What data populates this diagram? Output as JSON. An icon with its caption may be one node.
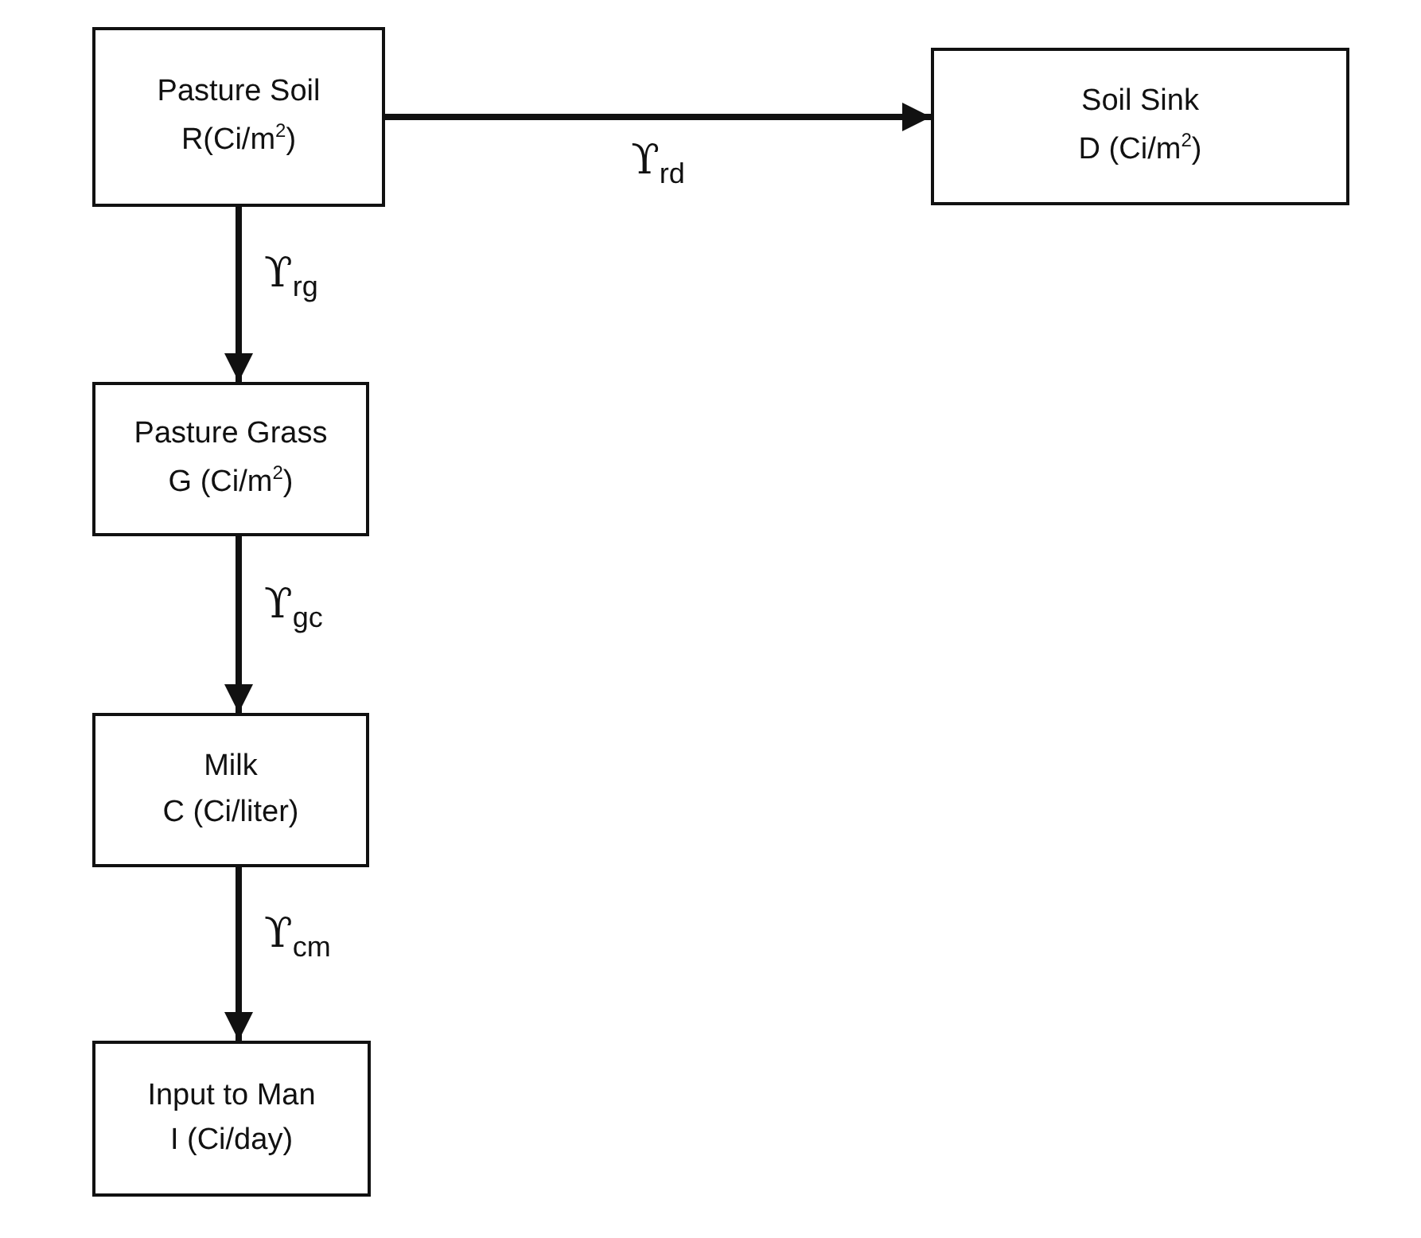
{
  "diagram": {
    "nodes": [
      {
        "text": [
          "Pasture Soil",
          "R(Ci/m$^{2}$)"
        ]
      },
      {
        "text": [
          "Soil Sink",
          "D (Ci/m$^{2}$)"
        ]
      },
      {
        "text": [
          "Pasture Grass",
          "G (Ci/m$^{2}$)"
        ]
      },
      {
        "text": [
          "Milk",
          "C (Ci/liter)"
        ]
      },
      {
        "text": [
          "Input to Man",
          "I (Ci/day)"
        ]
      }
    ],
    "edges": [
      {
        "from": 0,
        "to": 1,
        "arrow": "to",
        "label": "ϒ$_{rd}$"
      },
      {
        "from": 0,
        "to": 2,
        "arrow": "to",
        "label": "ϒ$_{rg}$"
      },
      {
        "from": 2,
        "to": 3,
        "arrow": "to",
        "label": "ϒ$_{gc}$"
      },
      {
        "from": 3,
        "to": 4,
        "arrow": "to",
        "label": "ϒ$_{cm}$"
      }
    ]
  }
}
